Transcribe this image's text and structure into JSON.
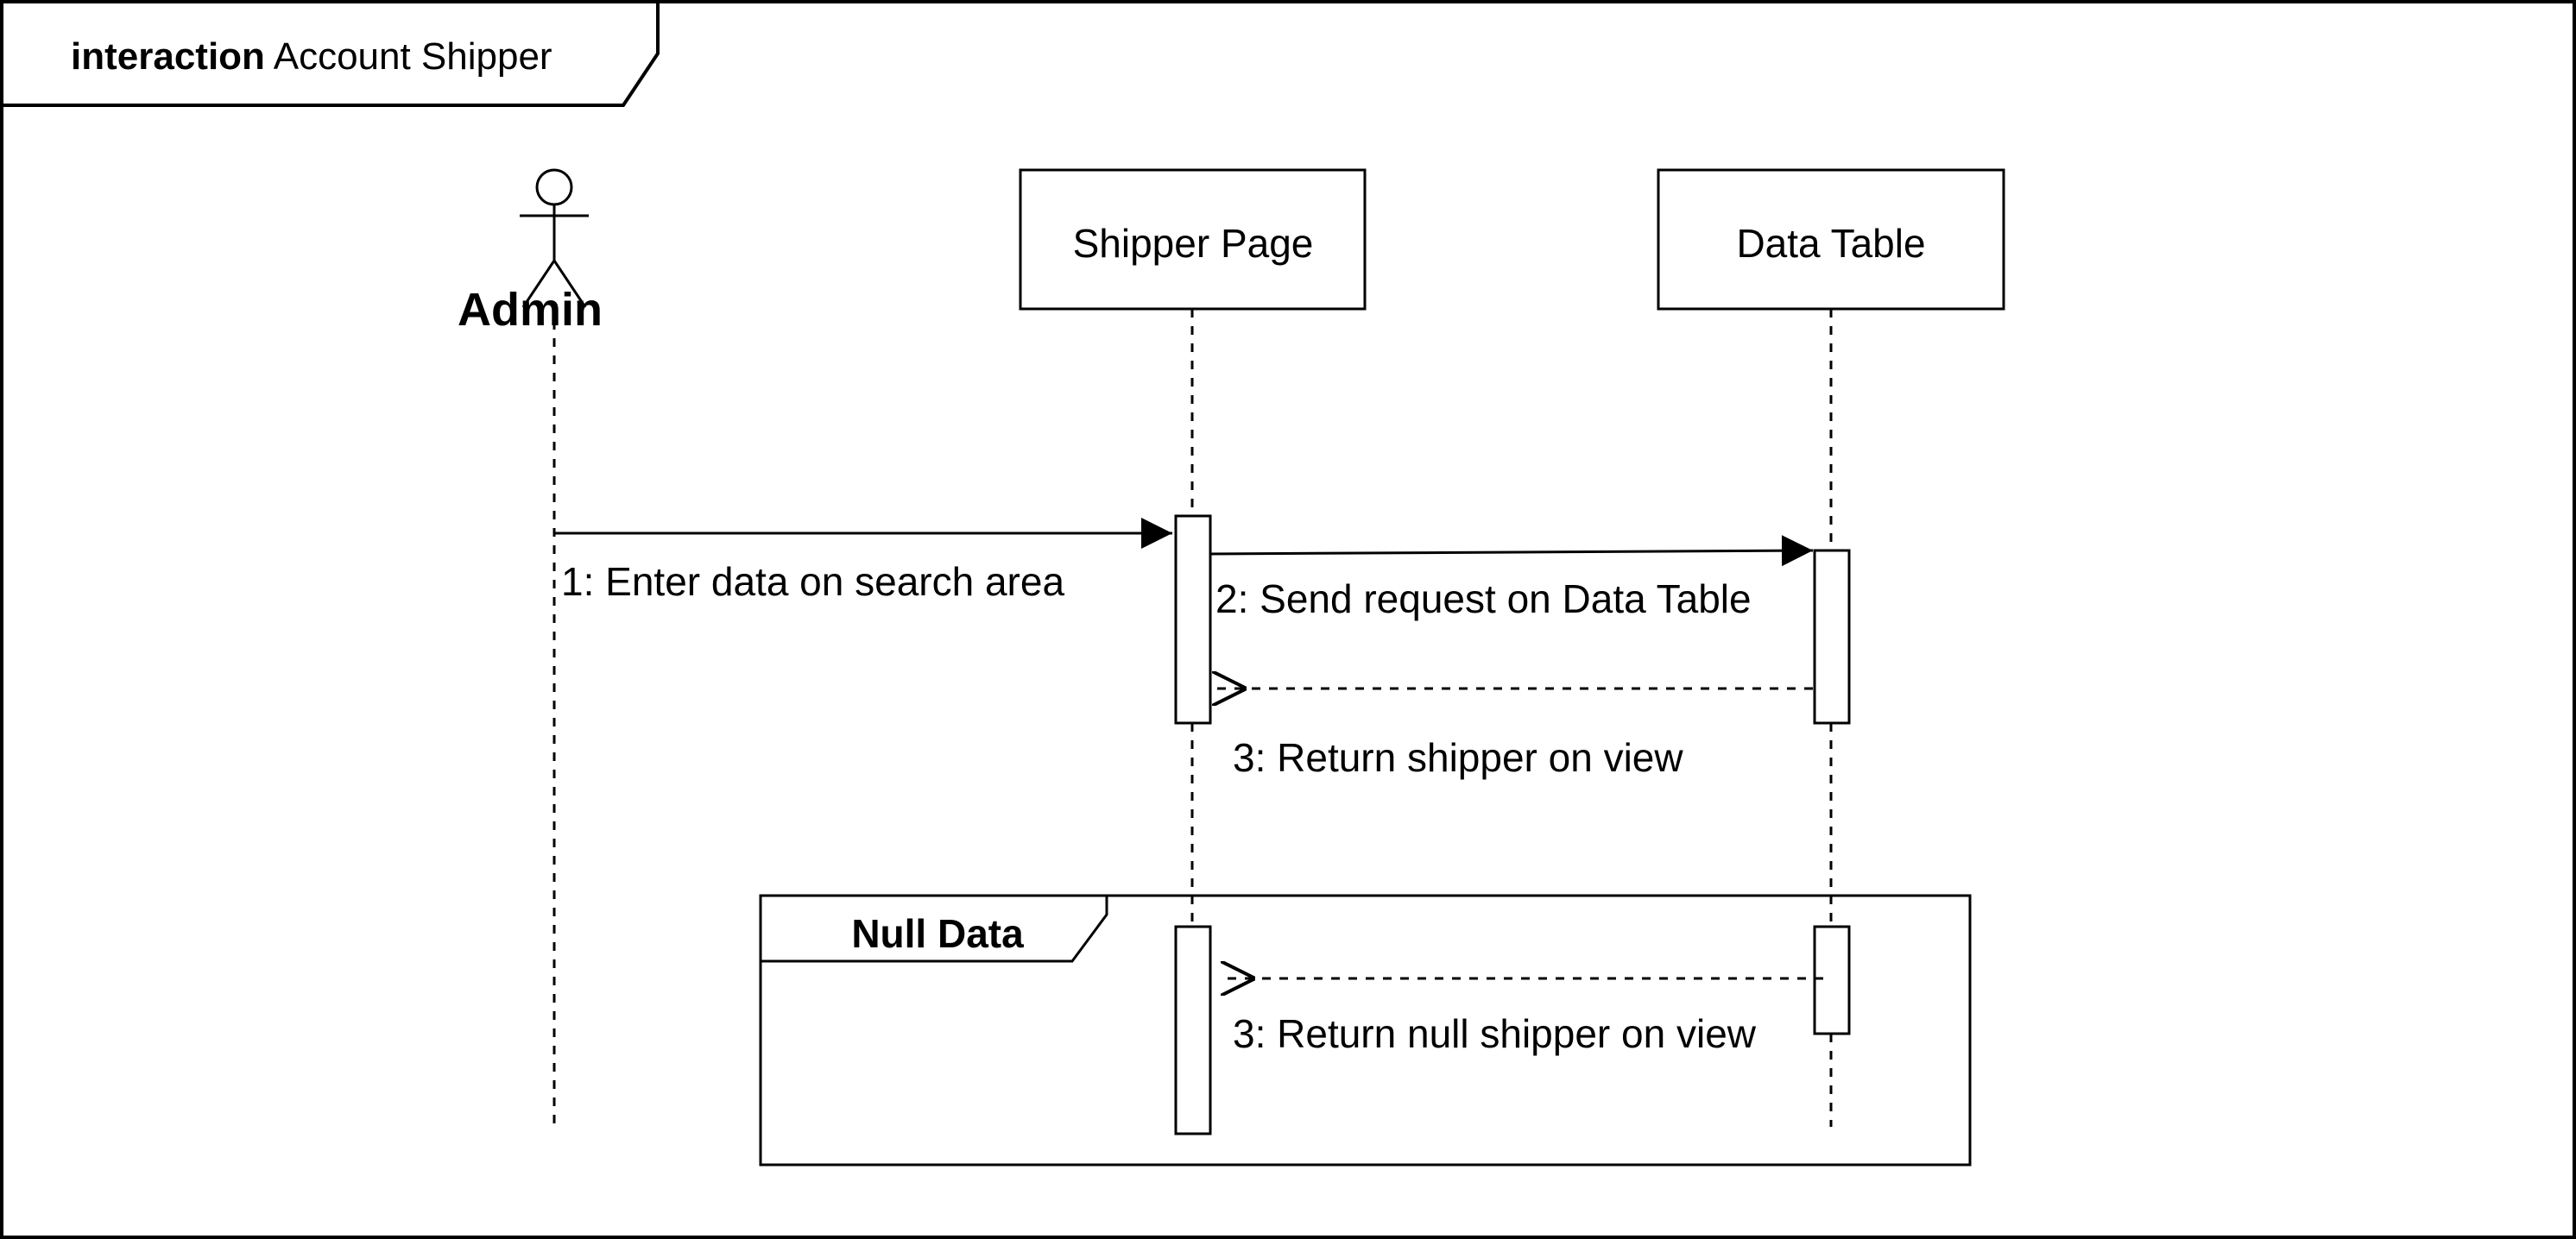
{
  "frame": {
    "keyword": "interaction",
    "name": "Account Shipper"
  },
  "lifelines": {
    "admin": {
      "label": "Admin",
      "kind": "actor"
    },
    "shipper_page": {
      "label": "Shipper Page",
      "kind": "object"
    },
    "data_table": {
      "label": "Data Table",
      "kind": "object"
    }
  },
  "messages": {
    "m1": {
      "label": "1: Enter data on search area",
      "from": "Admin",
      "to": "Shipper Page",
      "style": "synchronous"
    },
    "m2": {
      "label": "2: Send request on Data Table",
      "from": "Shipper Page",
      "to": "Data Table",
      "style": "synchronous"
    },
    "m3": {
      "label": "3: Return shipper on view",
      "from": "Data Table",
      "to": "Shipper Page",
      "style": "reply"
    },
    "m4": {
      "label": "3: Return null shipper on view",
      "from": "Data Table",
      "to": "Shipper Page",
      "style": "reply"
    }
  },
  "fragment": {
    "label": "Null Data"
  },
  "colors": {
    "line": "#000000",
    "background": "#ffffff"
  }
}
